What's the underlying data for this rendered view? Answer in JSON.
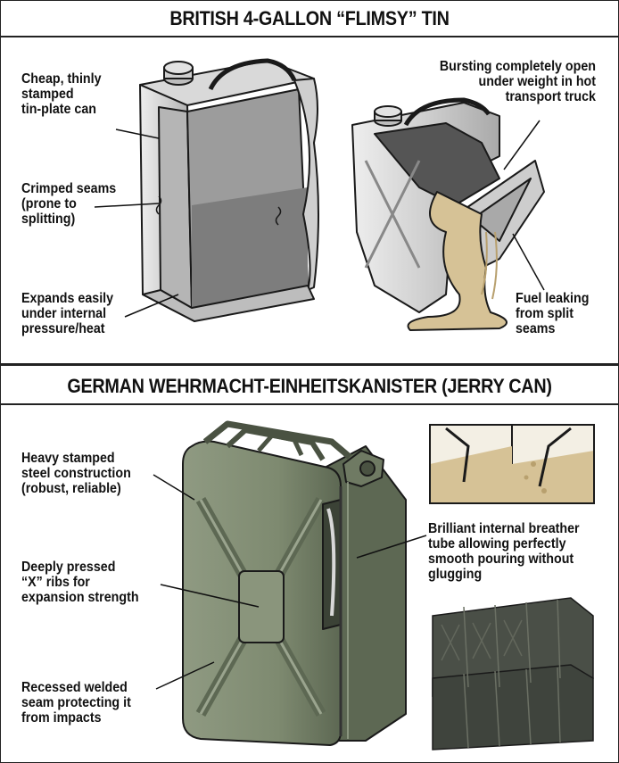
{
  "section_british": {
    "title": "BRITISH 4-GALLON “FLIMSY” TIN",
    "labels": {
      "cheap": "Cheap, thinly\nstamped\ntin-plate can",
      "crimped": "Crimped seams\n(prone to\nsplitting)",
      "expands": "Expands easily\nunder internal\npressure/heat",
      "bursting": "Bursting completely open\nunder weight in hot\ntransport truck",
      "leaking": "Fuel leaking\nfrom split\nseams"
    }
  },
  "section_german": {
    "title": "GERMAN WEHRMACHT-EINHEITSKANISTER (JERRY CAN)",
    "labels": {
      "heavy": "Heavy stamped\nsteel construction\n(robust, reliable)",
      "ribs": "Deeply pressed\n“X” ribs for\nexpansion strength",
      "recessed": "Recessed welded\nseam protecting it\nfrom impacts",
      "breather": "Brilliant internal breather\ntube allowing perfectly\nsmooth pouring without\nglugging"
    }
  },
  "colors": {
    "tin": "#c9c9c9",
    "tin_dark": "#8e8e8e",
    "fuel": "#d6c296",
    "jerry_green": "#7e8a70",
    "jerry_dark": "#5d6853",
    "stack_dark": "#4a4f47"
  }
}
